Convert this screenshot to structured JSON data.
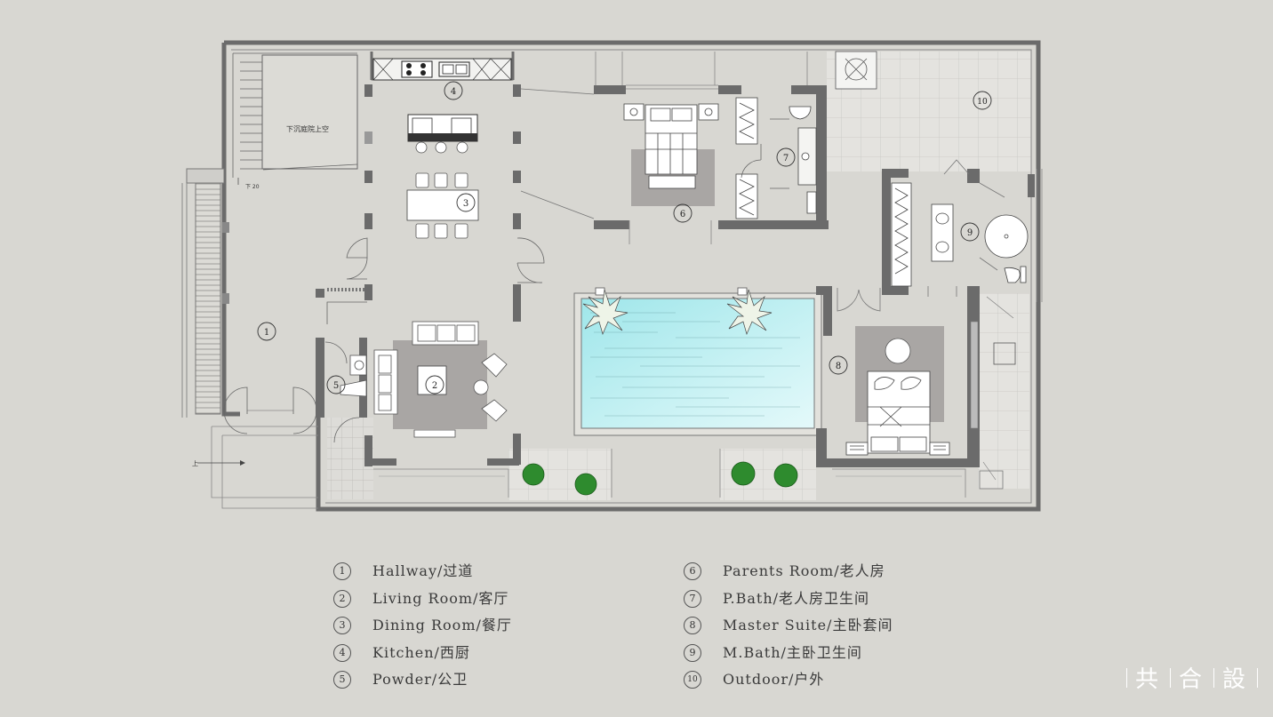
{
  "plan": {
    "void_label": "下沉庭院上空",
    "stair_down_label": "下 20",
    "entry_up_label": "上",
    "room_markers": [
      "1",
      "2",
      "3",
      "4",
      "5",
      "6",
      "7",
      "8",
      "9",
      "10"
    ]
  },
  "legend": {
    "left": [
      {
        "num": "1",
        "text": "Hallway/过道"
      },
      {
        "num": "2",
        "text": "Living Room/客厅"
      },
      {
        "num": "3",
        "text": "Dining Room/餐厅"
      },
      {
        "num": "4",
        "text": "Kitchen/西厨"
      },
      {
        "num": "5",
        "text": "Powder/公卫"
      }
    ],
    "right": [
      {
        "num": "6",
        "text": "Parents Room/老人房"
      },
      {
        "num": "7",
        "text": "P.Bath/老人房卫生间"
      },
      {
        "num": "8",
        "text": "Master Suite/主卧套间"
      },
      {
        "num": "9",
        "text": "M.Bath/主卧卫生间"
      },
      {
        "num": "10",
        "text": "Outdoor/户外"
      }
    ]
  },
  "brand": {
    "chars": [
      "共",
      "合",
      "設"
    ],
    "color": "#ffffff"
  },
  "colors": {
    "background": "#d8d7d2",
    "wall": "#6b6b6b",
    "pool": "#aee8ec",
    "rug": "#a9a6a4",
    "plant": "#2e8b2e"
  }
}
